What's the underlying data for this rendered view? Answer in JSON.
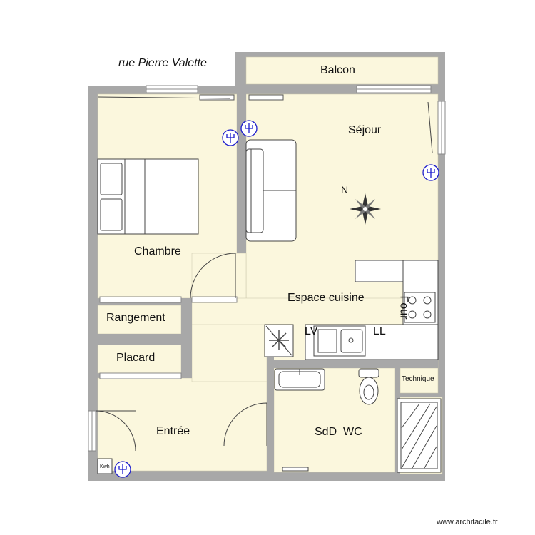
{
  "street": "rue Pierre Valette",
  "rooms": {
    "balcon": "Balcon",
    "sejour": "Séjour",
    "chambre": "Chambre",
    "cuisine": "Espace cuisine",
    "rangement": "Rangement",
    "placard": "Placard",
    "entree": "Entrée",
    "sdd": "SdD  WC",
    "technique": "Technique"
  },
  "fixtures": {
    "four": "Four",
    "lv": "LV",
    "ll": "LL",
    "kwh": "Kwh",
    "north": "N"
  },
  "colors": {
    "floor": "#fbf7dd",
    "wall": "#a8a8a8",
    "line": "#555555",
    "outlet": "#1a1acc"
  },
  "footer": "www.archifacile.fr"
}
